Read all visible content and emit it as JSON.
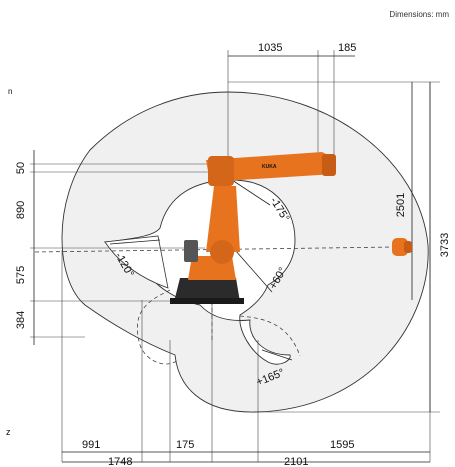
{
  "header": {
    "units_label": "Dimensions: mm"
  },
  "robot": {
    "brand_text": "KUKA"
  },
  "dimensions": {
    "top": [
      "1035",
      "185"
    ],
    "left_vertical": [
      "50",
      "890",
      "575",
      "384"
    ],
    "right_vertical": [
      "2501",
      "3733"
    ],
    "bottom_row1": [
      "991",
      "175",
      "1595"
    ],
    "bottom_row2": [
      "1748",
      "2101"
    ]
  },
  "angles": [
    "-175°",
    "-120°",
    "+60°",
    "+165°"
  ],
  "edge_text": {
    "left_top": "n",
    "left_bottom": "z"
  },
  "colors": {
    "robot_orange": "#e8731f",
    "robot_dark": "#2b2b2b",
    "envelope_fill": "#f0f0f0"
  }
}
